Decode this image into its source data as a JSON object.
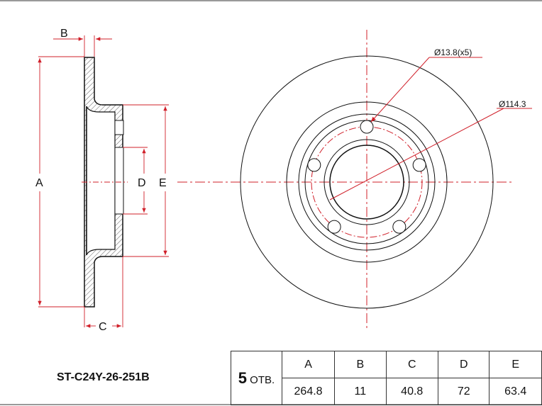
{
  "part_number": "ST-C24Y-26-251B",
  "holes": {
    "count": "5",
    "unit": "ОТВ."
  },
  "dimensions": {
    "headers": [
      "A",
      "B",
      "C",
      "D",
      "E"
    ],
    "values": [
      "264.8",
      "11",
      "40.8",
      "72",
      "63.4"
    ]
  },
  "callouts": {
    "bolt_hole": "Ø13.8(x5)",
    "pcd": "Ø114.3"
  },
  "colors": {
    "dim": "#d0202a",
    "line": "#111111"
  }
}
